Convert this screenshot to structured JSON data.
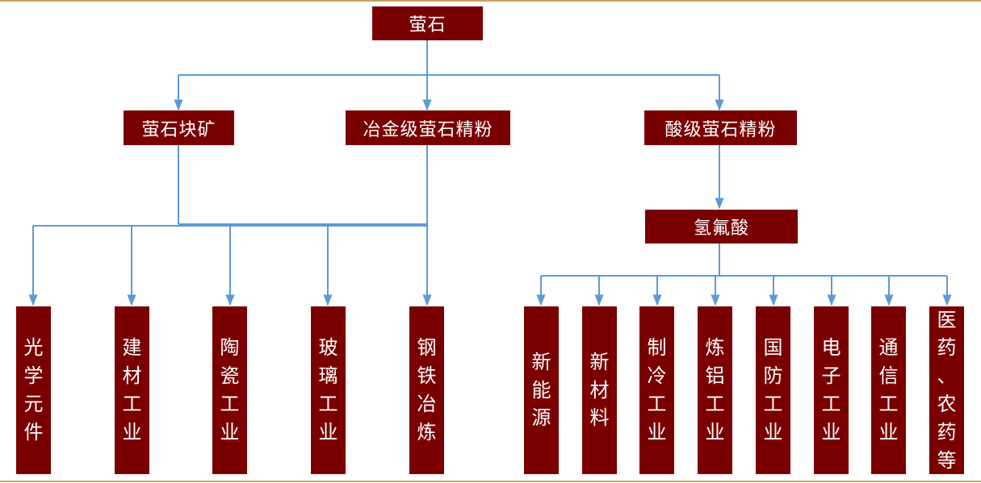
{
  "colors": {
    "box_fill": "#7a0000",
    "box_text": "#ffffff",
    "connector": "#5b9bd5",
    "rule": "#c9a45c"
  },
  "diagram": {
    "root": "萤石",
    "level1": {
      "lump": "萤石块矿",
      "metallurgical": "冶金级萤石精粉",
      "acid": "酸级萤石精粉"
    },
    "level2": {
      "hf": "氢氟酸"
    },
    "left_apps": [
      {
        "label": "光学元件"
      },
      {
        "label": "建材工业"
      },
      {
        "label": "陶瓷工业"
      },
      {
        "label": "玻璃工业"
      },
      {
        "label": "钢铁冶炼"
      }
    ],
    "right_apps": [
      {
        "label": "新能源"
      },
      {
        "label": "新材料"
      },
      {
        "label": "制冷工业"
      },
      {
        "label": "炼铝工业"
      },
      {
        "label": "国防工业"
      },
      {
        "label": "电子工业"
      },
      {
        "label": "通信工业"
      },
      {
        "label": "医药、农药等"
      }
    ]
  }
}
